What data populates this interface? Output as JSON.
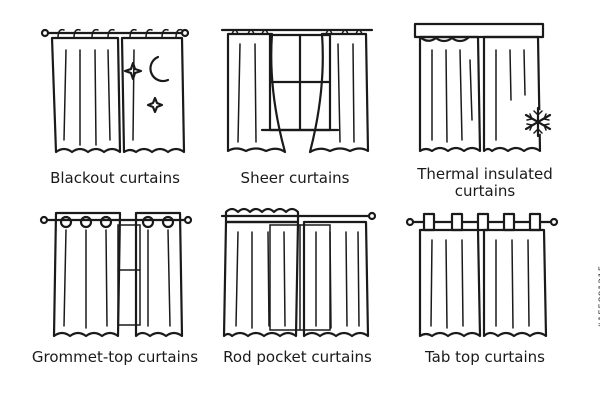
{
  "items": [
    {
      "label": "Blackout curtains"
    },
    {
      "label": "Sheer curtains"
    },
    {
      "label": "Thermal insulated",
      "label2": "curtains"
    },
    {
      "label": "Grommet-top curtains"
    },
    {
      "label": "Rod pocket curtains"
    },
    {
      "label": "Tab top curtains"
    }
  ],
  "stock_id": "#155891215"
}
